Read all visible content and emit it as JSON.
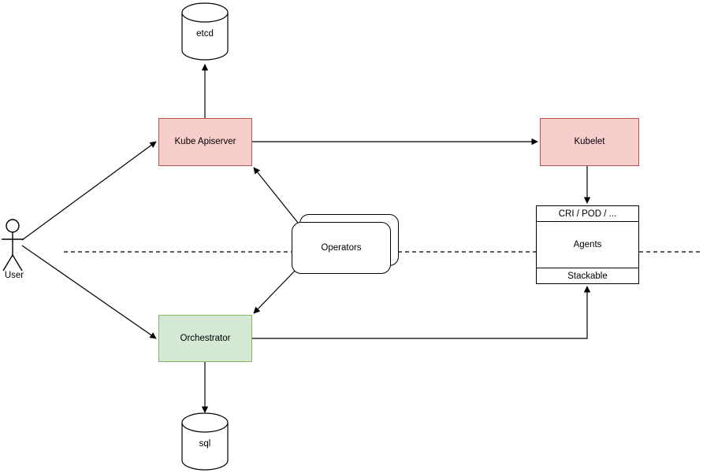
{
  "diagram": {
    "title": "Kubernetes / Orchestrator architecture diagram",
    "colors": {
      "pink_fill": "#f8cecc",
      "pink_stroke": "#b85450",
      "green_fill": "#d5e8d4",
      "green_stroke": "#82b366",
      "white_fill": "#ffffff",
      "stroke": "#000000",
      "background": "#ffffff"
    }
  },
  "nodes": {
    "actor": {
      "label": "User"
    },
    "etcd": {
      "label": "etcd"
    },
    "sql": {
      "label": "sql"
    },
    "kube_apiserver": {
      "label": "Kube Apiserver"
    },
    "kubelet": {
      "label": "Kubelet"
    },
    "orchestrator": {
      "label": "Orchestrator"
    },
    "operators": {
      "label": "Operators"
    },
    "agents": {
      "top_label": "CRI / POD / ...",
      "middle_label": "Agents",
      "bottom_label": "Stackable"
    }
  },
  "edges": [
    {
      "name": "user-to-kube-apiserver",
      "from": "User",
      "to": "Kube Apiserver",
      "arrow": "single"
    },
    {
      "name": "user-to-orchestrator",
      "from": "User",
      "to": "Orchestrator",
      "arrow": "single"
    },
    {
      "name": "kube-apiserver-to-etcd",
      "from": "Kube Apiserver",
      "to": "etcd",
      "arrow": "single"
    },
    {
      "name": "kube-apiserver-to-kubelet",
      "from": "Kube Apiserver",
      "to": "Kubelet",
      "arrow": "single"
    },
    {
      "name": "kubelet-to-agents",
      "from": "Kubelet",
      "to": "CRI / POD / ...",
      "arrow": "single"
    },
    {
      "name": "operators-to-kube-apiserver",
      "from": "Operators",
      "to": "Kube Apiserver",
      "arrow": "single"
    },
    {
      "name": "operators-to-orchestrator",
      "from": "Operators",
      "to": "Orchestrator",
      "arrow": "single"
    },
    {
      "name": "orchestrator-to-sql",
      "from": "Orchestrator",
      "to": "sql",
      "arrow": "single"
    },
    {
      "name": "orchestrator-to-stackable",
      "from": "Orchestrator",
      "to": "Stackable",
      "arrow": "single"
    },
    {
      "name": "boundary-dashed-line",
      "from": "",
      "to": "",
      "arrow": "none"
    }
  ]
}
